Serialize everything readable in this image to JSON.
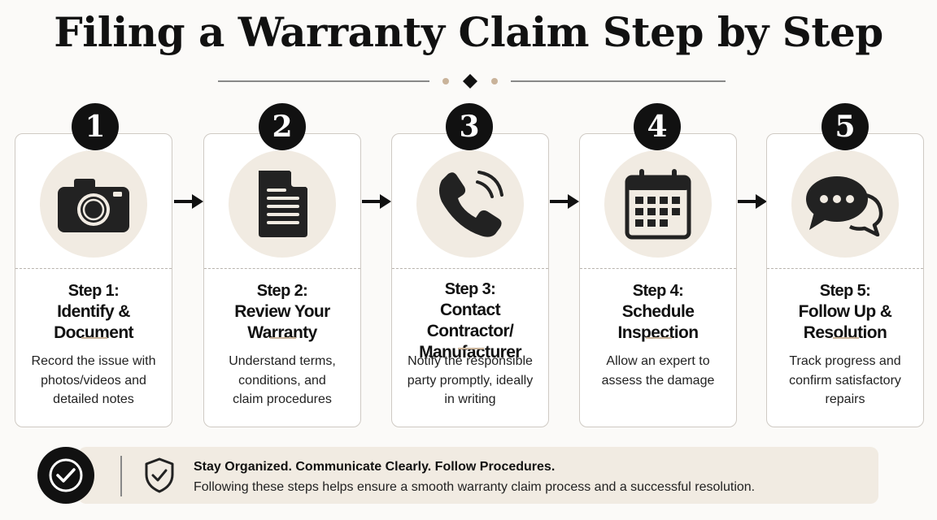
{
  "title": "Filing a Warranty Claim Step by Step",
  "steps": [
    {
      "number": "1",
      "heading_lines": [
        "Step 1:",
        "Identify & Document"
      ],
      "description_lines": [
        "Record the issue with",
        "photos/videos and",
        "detailed notes"
      ],
      "icon": "camera-icon"
    },
    {
      "number": "2",
      "heading_lines": [
        "Step 2:",
        "Review Your Warranty"
      ],
      "description_lines": [
        "Understand terms,",
        "conditions, and",
        "claim procedures"
      ],
      "icon": "document-icon"
    },
    {
      "number": "3",
      "heading_lines": [
        "Step 3:",
        "Contact Contractor/",
        "Manufacturer"
      ],
      "description_lines": [
        "Notify the responsible",
        "party promptly, ideally",
        "in writing"
      ],
      "icon": "phone-icon"
    },
    {
      "number": "4",
      "heading_lines": [
        "Step 4:",
        "Schedule Inspection"
      ],
      "description_lines": [
        "Allow an expert to",
        "assess the damage"
      ],
      "icon": "calendar-icon"
    },
    {
      "number": "5",
      "heading_lines": [
        "Step 5:",
        "Follow Up & Resolution"
      ],
      "description_lines": [
        "Track progress and",
        "confirm satisfactory",
        "repairs"
      ],
      "icon": "chat-bubbles-icon"
    }
  ],
  "footer": {
    "headline": "Stay Organized. Communicate Clearly. Follow Procedures.",
    "text": "Following these steps helps ensure a smooth warranty claim process and a successful resolution.",
    "icons": [
      "checkmark-circle-icon",
      "shield-check-icon"
    ]
  },
  "colors": {
    "accent_beige": "#f1ebe2",
    "accent_tan": "#c9b39a",
    "dark": "#111111",
    "card_border": "#cfcac4"
  }
}
